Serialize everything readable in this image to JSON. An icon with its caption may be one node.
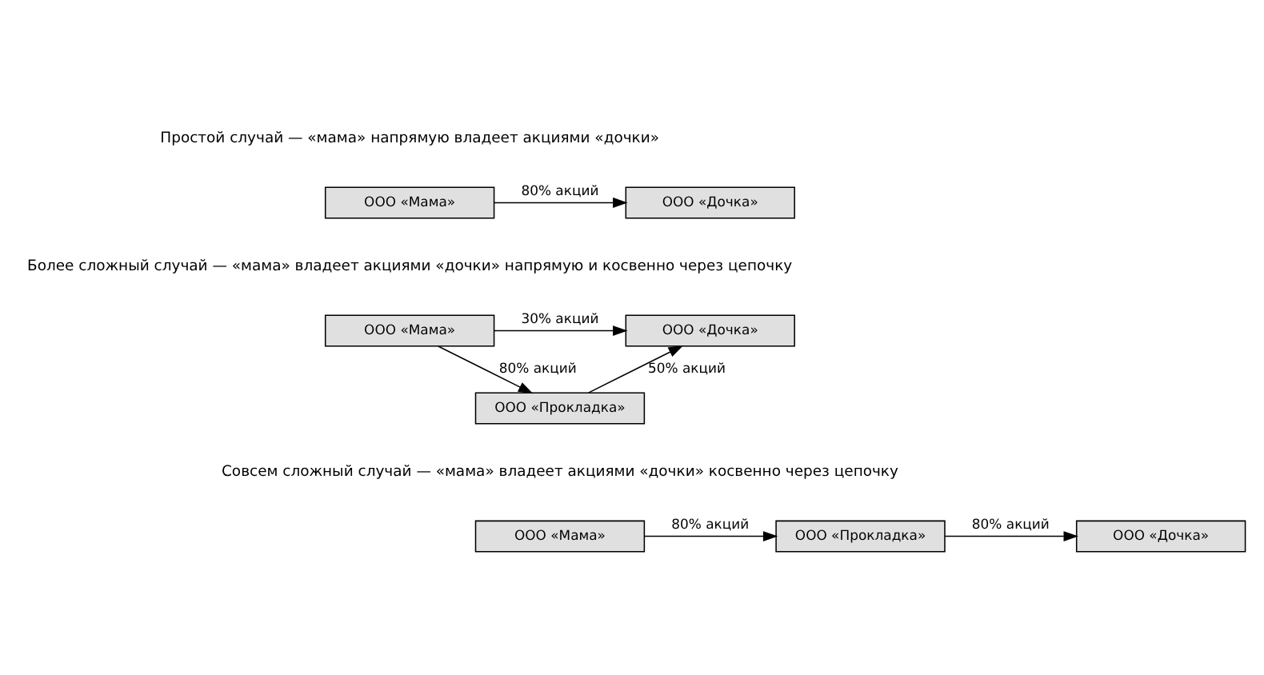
{
  "diagram": {
    "nodes": [
      {
        "text": [
          "ООО «Мама»"
        ]
      },
      {
        "text": [
          "ООО «Дочка»"
        ]
      },
      {
        "text": [
          "ООО «Мама»"
        ]
      },
      {
        "text": [
          "ООО «Дочка»"
        ]
      },
      {
        "text": [
          "ООО «Прокладка»"
        ]
      },
      {
        "text": [
          "ООО «Мама»"
        ]
      },
      {
        "text": [
          "ООО «Прокладка»"
        ]
      },
      {
        "text": [
          "ООО «Дочка»"
        ]
      }
    ],
    "edges": [
      {
        "from": 0,
        "to": 1,
        "arrow": "to",
        "label": "80% акций"
      },
      {
        "from": 2,
        "to": 3,
        "arrow": "to",
        "label": "30% акций"
      },
      {
        "from": 2,
        "to": 4,
        "arrow": "to",
        "label": "80% акций"
      },
      {
        "from": 4,
        "to": 3,
        "arrow": "to",
        "label": "50% акций"
      },
      {
        "from": 5,
        "to": 6,
        "arrow": "to",
        "label": "80% акций"
      },
      {
        "from": 6,
        "to": 7,
        "arrow": "to",
        "label": "80% акций"
      }
    ],
    "labels": [
      "Простой случай — «мама» напрямую владеет акциями «дочки»",
      "Более сложный случай — «мама» владеет акциями «дочки» напрямую и косвенно через цепочку",
      "Совсем сложный случай — «мама» владеет акциями «дочки» косвенно через цепочку"
    ]
  }
}
